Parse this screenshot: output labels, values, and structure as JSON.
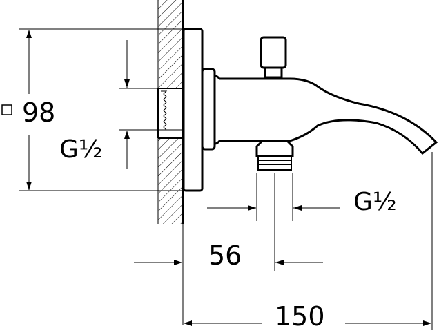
{
  "dimensions": {
    "square_symbol": "□",
    "height": "98",
    "thread_left": "G½",
    "thread_right": "G½",
    "offset": "56",
    "length": "150"
  },
  "colors": {
    "ink": "#000000",
    "background": "#ffffff"
  }
}
